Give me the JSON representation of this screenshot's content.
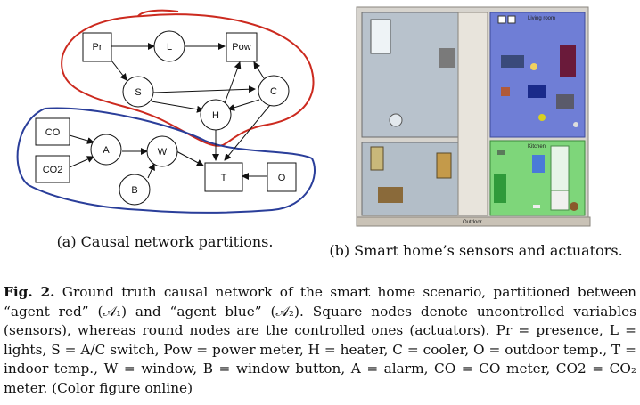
{
  "graph": {
    "square_nodes": [
      "Pr",
      "Pow",
      "CO",
      "CO2",
      "T",
      "O"
    ],
    "round_nodes": [
      "L",
      "S",
      "C",
      "H",
      "A",
      "W",
      "B"
    ],
    "partitions": {
      "red": [
        "Pr",
        "L",
        "Pow",
        "S",
        "C",
        "H"
      ],
      "blue": [
        "CO",
        "CO2",
        "A",
        "W",
        "B"
      ]
    },
    "colors": {
      "red": "#cc2a1f",
      "blue": "#2a3e9a"
    }
  },
  "render": {
    "living_room_label": "Living room",
    "kitchen_label": "Kitchen",
    "outdoor_label": "Outdoor"
  },
  "captions": {
    "a": "(a) Causal network partitions.",
    "b": "(b) Smart home’s sensors and actuators."
  },
  "figure_caption": {
    "label": "Fig. 2.",
    "text": "Ground truth causal network of the smart home scenario, partitioned between “agent red” (𝒜₁) and “agent blue” (𝒜₂). Square nodes denote uncontrolled variables (sensors), whereas round nodes are the controlled ones (actuators). Pr = presence, L = lights, S = A/C switch, Pow = power meter, H = heater, C = cooler, O = outdoor temp., T = indoor temp., W = window, B = window button, A = alarm, CO = CO meter, CO2 = CO₂ meter. (Color figure online)"
  }
}
